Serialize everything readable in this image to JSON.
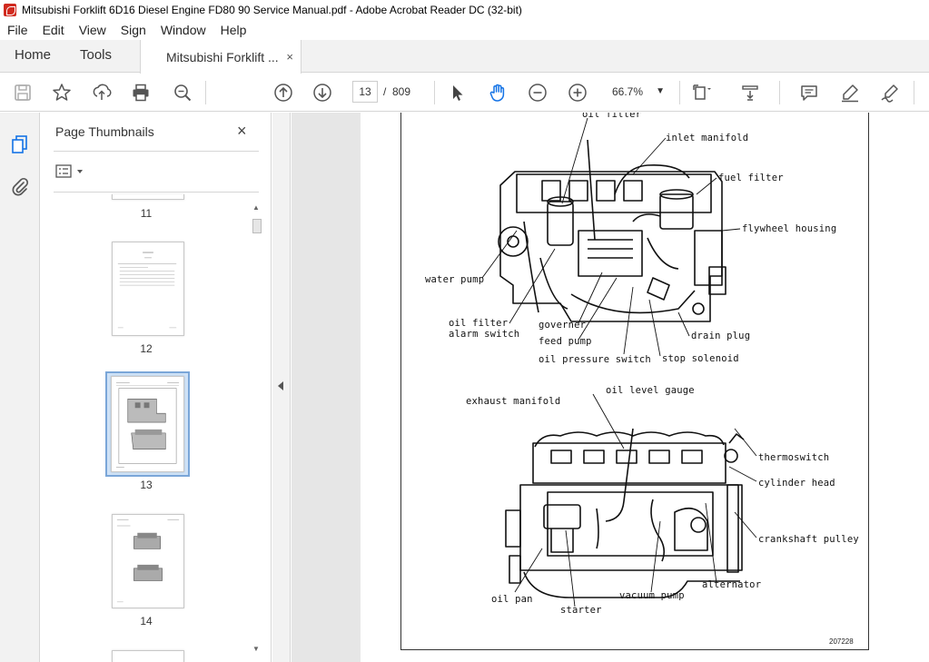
{
  "window": {
    "title": "Mitsubishi Forklift 6D16 Diesel Engine FD80 90 Service Manual.pdf - Adobe Acrobat Reader DC (32-bit)"
  },
  "menu": [
    "File",
    "Edit",
    "View",
    "Sign",
    "Window",
    "Help"
  ],
  "tabs": {
    "home": "Home",
    "tools": "Tools",
    "document": "Mitsubishi Forklift ...",
    "close": "×"
  },
  "toolbar": {
    "icons": [
      "save-icon",
      "bookmark-star-icon",
      "share-upload-icon",
      "print-icon",
      "search-zoom-icon",
      "page-up-icon",
      "page-down-icon",
      "select-cursor-icon",
      "hand-pan-icon",
      "zoom-out-icon",
      "zoom-in-icon",
      "page-fit-icon",
      "scroll-mode-icon",
      "comment-icon",
      "highlight-icon",
      "sign-icon"
    ],
    "current_page": "13",
    "page_separator": "/",
    "total_pages": "809",
    "zoom": "66.7%"
  },
  "thumbnails_panel": {
    "title": "Page Thumbnails",
    "close": "×",
    "pages": [
      {
        "label": "11"
      },
      {
        "label": "12"
      },
      {
        "label": "13",
        "selected": true
      },
      {
        "label": "14"
      }
    ]
  },
  "colors": {
    "chrome_bg": "#f2f2f2",
    "selection_fill": "#cfe2f7",
    "selection_border": "#7aa6d8",
    "accent_blue": "#1473e6",
    "app_red": "#d12a1f"
  },
  "document": {
    "top_figure_labels": {
      "oil_filter": "oil filter",
      "inlet_manifold": "inlet manifold",
      "fuel_filter": "fuel filter",
      "flywheel_housing": "flywheel housing",
      "water_pump": "water pump",
      "oil_filter_alarm_switch_1": "oil filter",
      "oil_filter_alarm_switch_2": "alarm switch",
      "governer": "governer",
      "feed_pump": "feed pump",
      "oil_pressure_switch": "oil pressure switch",
      "drain_plug": "drain plug",
      "stop_solenoid": "stop solenoid"
    },
    "bottom_figure_labels": {
      "exhaust_manifold": "exhaust manifold",
      "oil_level_gauge": "oil level gauge",
      "thermoswitch": "thermoswitch",
      "cylinder_head": "cylinder head",
      "crankshaft_pulley": "crankshaft pulley",
      "alternator": "alternator",
      "vacuum_pump": "vacuum pump",
      "oil_pan": "oil pan",
      "starter": "starter"
    },
    "figure_number": "207228"
  }
}
